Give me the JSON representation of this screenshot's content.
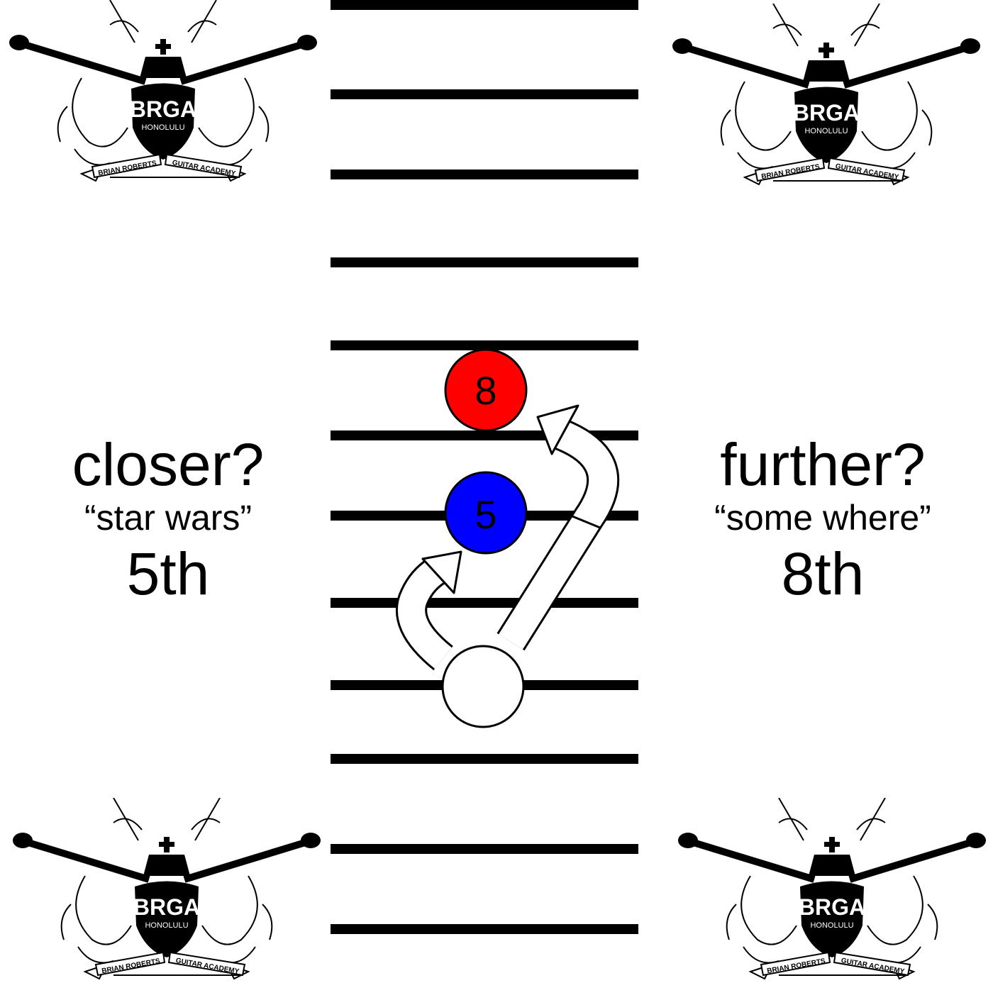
{
  "left": {
    "question": "closer?",
    "song": "“star wars”",
    "interval": "5th"
  },
  "right": {
    "question": "further?",
    "song": "“some where”",
    "interval": "8th"
  },
  "notes": [
    {
      "label": "8",
      "color": "#ff0000"
    },
    {
      "label": "5",
      "color": "#0000ff"
    },
    {
      "label": "",
      "color": "#ffffff"
    }
  ],
  "logo": {
    "initials": "BRGA",
    "city": "HONOLULU",
    "ribbon_left": "BRIAN ROBERTS",
    "ribbon_right": "GUITAR ACADEMY"
  },
  "icons": [
    "guitar-academy-logo",
    "curved-arrow-short",
    "curved-arrow-long"
  ]
}
